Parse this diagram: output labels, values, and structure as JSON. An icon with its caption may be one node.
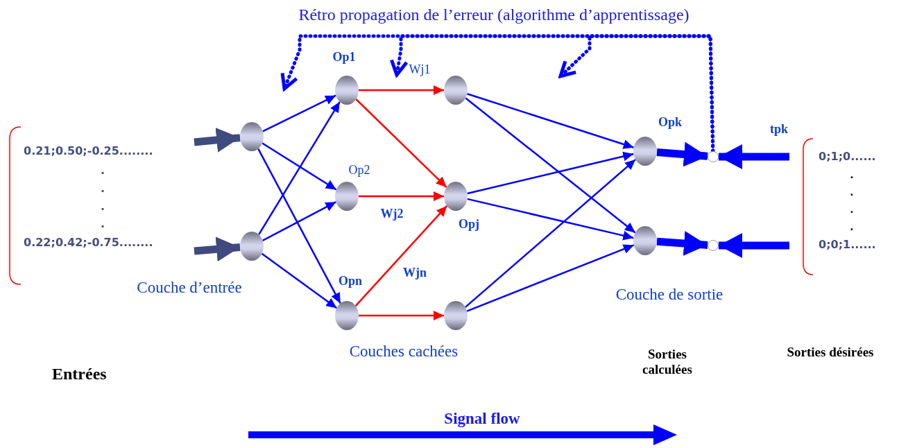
{
  "diagram": {
    "nodes": [
      {
        "text": [],
        "shape": "circle"
      },
      {
        "text": [],
        "shape": "circle"
      },
      {
        "text": [],
        "shape": "circle",
        "beside": [
          "Op1"
        ]
      },
      {
        "text": [],
        "shape": "circle",
        "beside": [
          "Op2"
        ]
      },
      {
        "text": [],
        "shape": "circle",
        "beside": [
          "Opn"
        ]
      },
      {
        "text": [],
        "shape": "circle"
      },
      {
        "text": [],
        "shape": "circle",
        "beside": [
          "Opj"
        ]
      },
      {
        "text": [],
        "shape": "circle"
      },
      {
        "text": [],
        "shape": "circle",
        "beside": [
          "Opk"
        ]
      },
      {
        "text": [],
        "shape": "circle"
      },
      {
        "text": [],
        "shape": "circle"
      },
      {
        "text": [],
        "shape": "circle"
      }
    ],
    "edges": [
      {
        "from": null,
        "to": 0,
        "arrow": "to",
        "style": "thick",
        "color": "#3f4a7f"
      },
      {
        "from": null,
        "to": 1,
        "arrow": "to",
        "style": "thick",
        "color": "#3f4a7f"
      },
      {
        "from": 0,
        "to": 2,
        "arrow": "to"
      },
      {
        "from": 0,
        "to": 3,
        "arrow": "to"
      },
      {
        "from": 0,
        "to": 4,
        "arrow": "to"
      },
      {
        "from": 1,
        "to": 2,
        "arrow": "to"
      },
      {
        "from": 1,
        "to": 3,
        "arrow": "to"
      },
      {
        "from": 1,
        "to": 4,
        "arrow": "to"
      },
      {
        "from": 2,
        "to": 5,
        "arrow": "to",
        "label": "Wj1",
        "color": "#ff0000"
      },
      {
        "from": 2,
        "to": 6,
        "arrow": "to",
        "color": "#ff0000"
      },
      {
        "from": 3,
        "to": 6,
        "arrow": "to",
        "label": "Wj2",
        "color": "#ff0000"
      },
      {
        "from": 4,
        "to": 6,
        "arrow": "to",
        "label": "Wjn",
        "color": "#ff0000"
      },
      {
        "from": 4,
        "to": 7,
        "arrow": "to",
        "color": "#ff0000"
      },
      {
        "from": 5,
        "to": 8,
        "arrow": "to"
      },
      {
        "from": 5,
        "to": 9,
        "arrow": "to"
      },
      {
        "from": 6,
        "to": 8,
        "arrow": "to"
      },
      {
        "from": 6,
        "to": 9,
        "arrow": "to"
      },
      {
        "from": 7,
        "to": 8,
        "arrow": "to"
      },
      {
        "from": 7,
        "to": 9,
        "arrow": "to"
      },
      {
        "from": 8,
        "to": 10,
        "arrow": "to",
        "style": "thick"
      },
      {
        "from": 9,
        "to": 11,
        "arrow": "to",
        "style": "thick"
      },
      {
        "from": null,
        "to": 10,
        "arrow": "to",
        "style": "thick"
      },
      {
        "from": null,
        "to": 11,
        "arrow": "to",
        "style": "thick"
      },
      {
        "from": 10,
        "to": null,
        "arrow": "to",
        "style": "dashed"
      },
      {
        "from": 10,
        "to": null,
        "arrow": "to",
        "style": "dashed"
      },
      {
        "from": 10,
        "to": null,
        "arrow": "to",
        "style": "dashed"
      }
    ],
    "labels": [
      "Rétro propagation de l’erreur (algorithme d’apprentissage)",
      "0.21;0.50;-0.25........",
      ".",
      ".",
      ".",
      ".",
      "0.22;0.42;-0.75........",
      "Couche d’entrée",
      "Couches cachées",
      "Couche de sortie",
      "Entrées",
      "Sorties calculées",
      "Sorties désirées",
      "tpk",
      "0;1;0......",
      ".",
      ".",
      ".",
      ".",
      "0;0;1......",
      "Signal flow"
    ]
  }
}
